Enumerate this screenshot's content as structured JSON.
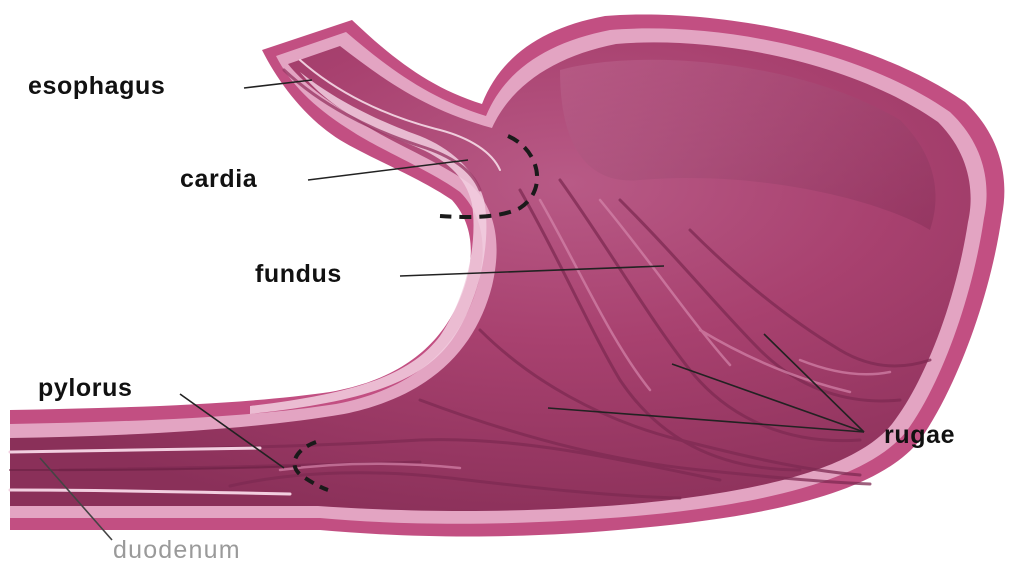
{
  "labels": {
    "esophagus": "esophagus",
    "cardia": "cardia",
    "fundus": "fundus",
    "pylorus": "pylorus",
    "rugae": "rugae",
    "duodenum": "duodenum"
  },
  "colors": {
    "label_text": "#111111",
    "duodenum_label_text": "#9a9a9a",
    "leader_line": "#222222",
    "boundary_dash": "#1a1a1a",
    "outer_wall": "#c24f82",
    "mucosa": "#a63c6b",
    "mucosa_dark": "#7e2a52",
    "wall_light": "#e3a4c2",
    "wall_highlight": "#f2cfe0",
    "background": "#ffffff"
  }
}
